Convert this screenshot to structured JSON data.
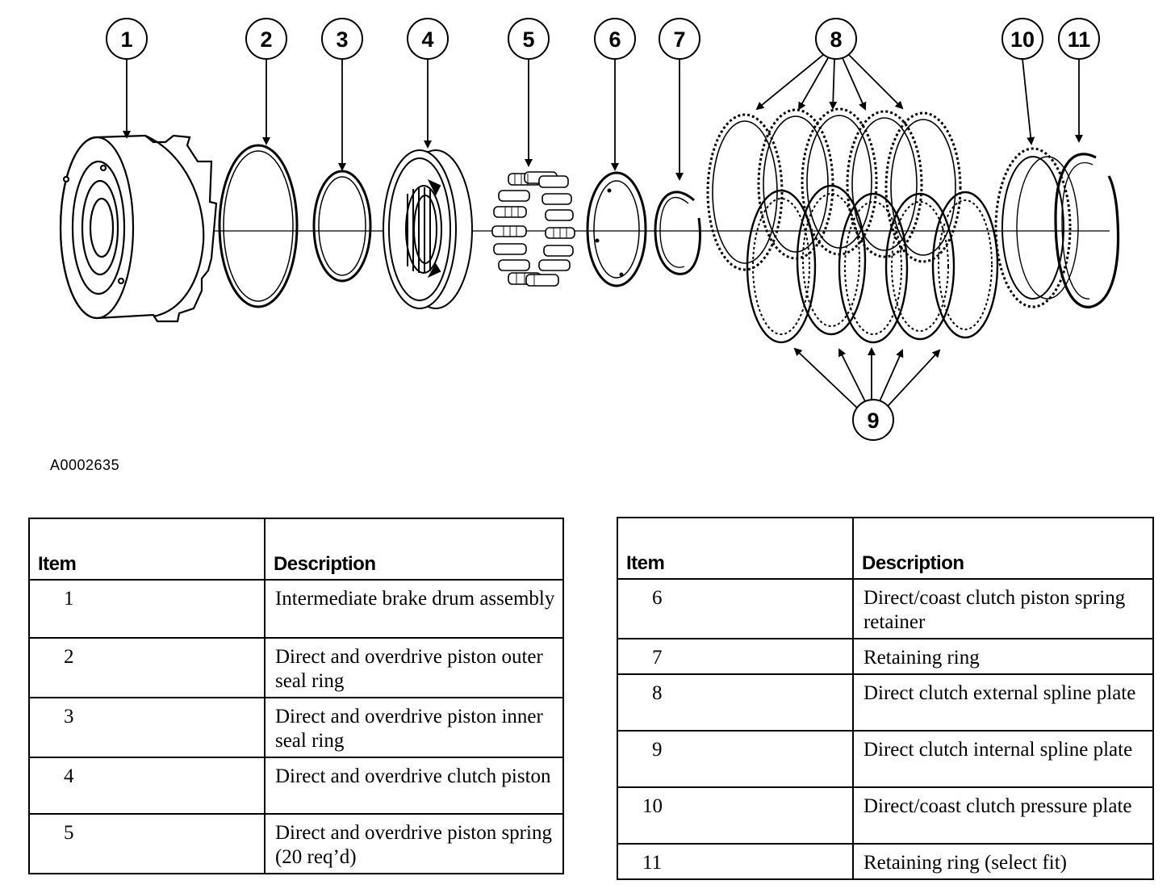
{
  "figure_id": "A0002635",
  "callouts": [
    "1",
    "2",
    "3",
    "4",
    "5",
    "6",
    "7",
    "8",
    "9",
    "10",
    "11"
  ],
  "legend_header": {
    "item": "Item",
    "description": "Description"
  },
  "legend_left": [
    {
      "item": "1",
      "description": "Intermediate brake drum assembly"
    },
    {
      "item": "2",
      "description": "Direct and overdrive piston outer seal ring"
    },
    {
      "item": "3",
      "description": "Direct and overdrive piston inner seal ring"
    },
    {
      "item": "4",
      "description": "Direct and overdrive clutch piston"
    },
    {
      "item": "5",
      "description": "Direct and overdrive piston spring (20 req’d)"
    }
  ],
  "legend_right": [
    {
      "item": "6",
      "description": "Direct/coast clutch piston spring retainer"
    },
    {
      "item": "7",
      "description": "Retaining ring"
    },
    {
      "item": "8",
      "description": "Direct clutch external spline plate"
    },
    {
      "item": "9",
      "description": "Direct clutch internal spline plate"
    },
    {
      "item": "10",
      "description": "Direct/coast clutch pressure plate"
    },
    {
      "item": "11",
      "description": "Retaining ring (select fit)"
    }
  ]
}
